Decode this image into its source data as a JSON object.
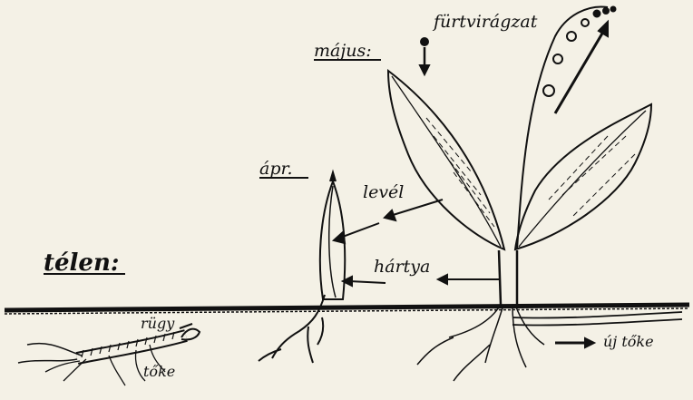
{
  "labels": {
    "winter": "télen:",
    "april": "ápr.",
    "may": "május:",
    "cluster": "fürtvirágzat",
    "leaf": "levél",
    "membrane": "hártya",
    "bud": "rügy",
    "rhizome": "tőke",
    "new_rhizome": "új tőke"
  },
  "colors": {
    "ink": "#111111",
    "paper": "#f4f1e6"
  }
}
